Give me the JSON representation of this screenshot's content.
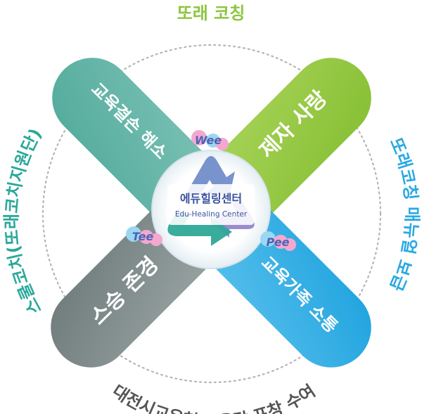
{
  "top_caption": {
    "text": "또래 코칭",
    "color": "#8cc63f"
  },
  "left_caption": {
    "text": "스쿨코치(또래코치지원단)",
    "color": "#2aa89a"
  },
  "right_caption": {
    "text": "또래코칭 매뉴얼 보급",
    "color": "#29a9e1"
  },
  "bottom_caption": {
    "text": "대전시교육청 교육감 표창 수여",
    "color": "#555555"
  },
  "arms": {
    "top_left": {
      "label": "교육결손 해소",
      "color": "#5fb4a6"
    },
    "top_right": {
      "label": "제자 사랑",
      "color": "#93c83f"
    },
    "bottom_left": {
      "label": "스승 존경",
      "color": "#7f8b8a"
    },
    "bottom_right": {
      "label": "교육가족 소통",
      "color": "#34aee3"
    }
  },
  "center": {
    "title": "에듀힐링센터",
    "subtitle": "Edu-Healing Center"
  },
  "badges": {
    "wee": "Wee",
    "tee": "Tee",
    "pee": "Pee"
  }
}
